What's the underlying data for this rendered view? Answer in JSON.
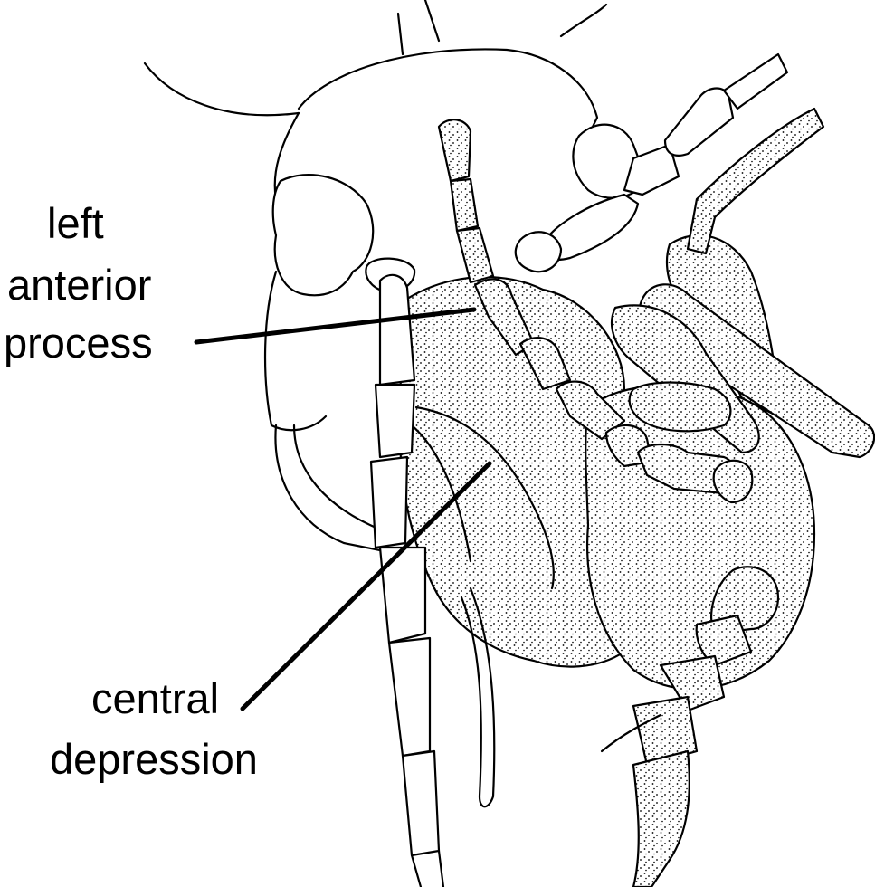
{
  "labels": {
    "left_anterior_process": [
      "left",
      "anterior",
      "process"
    ],
    "central_depression": [
      "central",
      "depression"
    ]
  },
  "style": {
    "ink": "#000000",
    "paper": "#ffffff"
  }
}
